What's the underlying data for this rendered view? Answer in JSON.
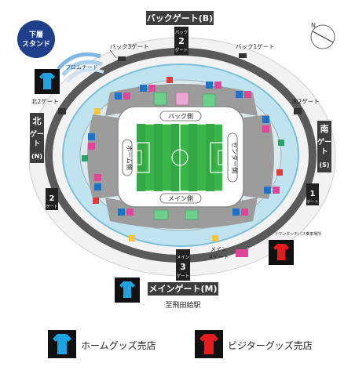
{
  "stand": {
    "line1": "下層",
    "line2": "スタンド"
  },
  "gates": {
    "back": "バックゲート(B)",
    "back_gate2_line1": "バック",
    "back_gate2_num": "2",
    "back_gate2_line2": "ゲート",
    "back3": "バック3ゲート",
    "back1": "バック1ゲート",
    "north2": "北2ゲート",
    "north_line1": "北",
    "north_line2": "ゲー",
    "north_line3": "ト",
    "north_line4": "(N)",
    "south2": "南2ゲート",
    "south_line1": "南",
    "south_line2": "ゲー",
    "south_line3": "ト",
    "south_line4": "(S)",
    "north_small_num": "2",
    "north_small_gate": "ゲート",
    "south_small_num": "1",
    "south_small_gate": "ゲート",
    "main": "メインゲート(M)",
    "main3_line1": "メイン",
    "main3_num": "3",
    "main3_line2": "ゲート",
    "main4_line1": "メイン",
    "main4_line2": "4ゲート"
  },
  "areas": {
    "promenade": "プロムナード",
    "back_side": "バック側",
    "home_side": "ホーム側",
    "center_side": "センター側",
    "main_side": "メイン側",
    "bus_note": "↑ワンタッチバス乗車場所",
    "station": "至飛田給駅"
  },
  "legend": {
    "home_label": "ホームグッズ売店",
    "visitor_label": "ビジターグッズ売店"
  },
  "colors": {
    "home_shirt": "#1ea3e0",
    "visitor_shirt": "#e01e1e",
    "field": "#3ab54a",
    "concourse": "#bfe3ef",
    "seats": "#9c9c9c"
  },
  "icons": [
    "compass-icon",
    "home-shirt-icon",
    "visitor-shirt-icon",
    "toilet-icon",
    "kiosk-icon"
  ]
}
